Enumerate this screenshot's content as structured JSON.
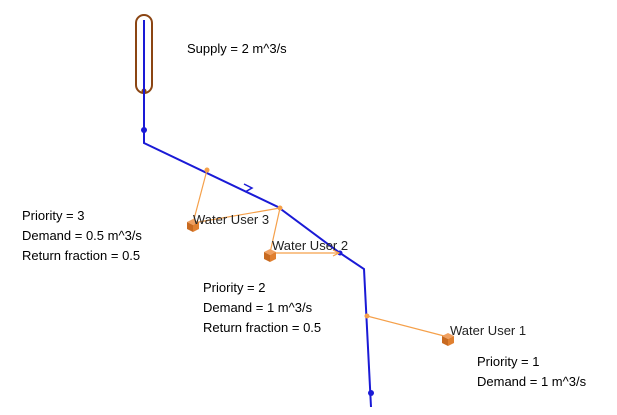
{
  "supply": {
    "label": "Supply = 2 m^3/s"
  },
  "users": [
    {
      "name": "Water User 1",
      "priority": "Priority = 1",
      "demand": "Demand = 1 m^3/s"
    },
    {
      "name": "Water User 2",
      "priority": "Priority = 2",
      "demand": "Demand = 1 m^3/s",
      "return_fraction": "Return fraction = 0.5"
    },
    {
      "name": "Water User 3",
      "priority": "Priority = 3",
      "demand": "Demand = 0.5 m^3/s",
      "return_fraction": "Return fraction = 0.5"
    }
  ],
  "colors": {
    "river": "#1a1ad6",
    "link": "#f5a04a",
    "supply_outline": "#8b4513",
    "user_box": "#d9772a",
    "node": "#1a1ad6"
  }
}
